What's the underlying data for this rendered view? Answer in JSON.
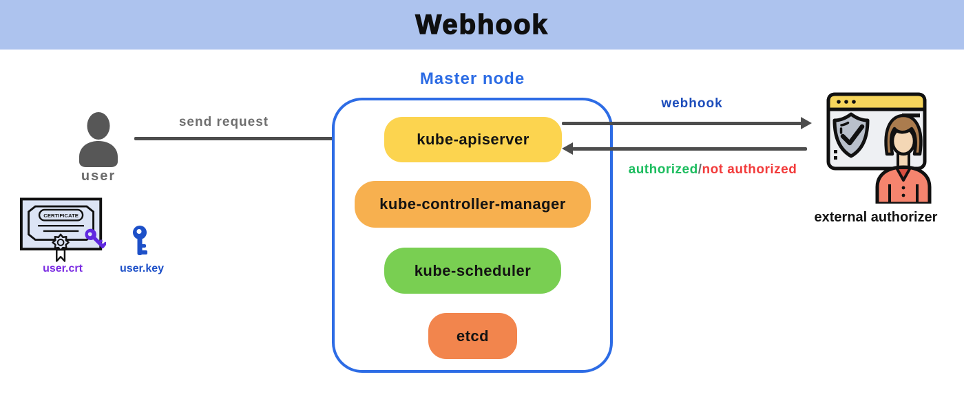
{
  "header": {
    "title": "Webhook",
    "bg_color": "#adc3ee"
  },
  "diagram": {
    "master_node": {
      "label": "Master node",
      "border_color": "#2d6ce5",
      "label_color": "#2b6be4",
      "components": [
        {
          "label": "kube-apiserver",
          "color": "#fcd44f"
        },
        {
          "label": "kube-controller-manager",
          "color": "#f7b04f"
        },
        {
          "label": "kube-scheduler",
          "color": "#79cf52"
        },
        {
          "label": "etcd",
          "color": "#f2854d"
        }
      ]
    },
    "user": {
      "label": "user",
      "icon": "person-silhouette",
      "color": "#575757"
    },
    "external_authorizer": {
      "label": "external authorizer",
      "icon": "browser-shield-person"
    },
    "credentials": {
      "certificate": {
        "label": "user.crt",
        "badge_text": "CERTIFICATE",
        "label_color": "#7a2be2",
        "icon": "certificate-with-key"
      },
      "key": {
        "label": "user.key",
        "label_color": "#1d50c8",
        "icon": "key"
      }
    },
    "arrows": {
      "send_request": {
        "label": "send request",
        "line_color": "#4d4d4d",
        "label_color": "#6e6e6e",
        "direction": "user-to-apiserver"
      },
      "webhook": {
        "label": "webhook",
        "label_color": "#1d4dbb",
        "direction": "apiserver-to-external-authorizer"
      },
      "response": {
        "authorized": "authorized",
        "separator": "/",
        "not_authorized": "not authorized",
        "authorized_color": "#1dbd5f",
        "not_authorized_color": "#f23b3b",
        "direction": "external-authorizer-to-apiserver"
      }
    }
  }
}
